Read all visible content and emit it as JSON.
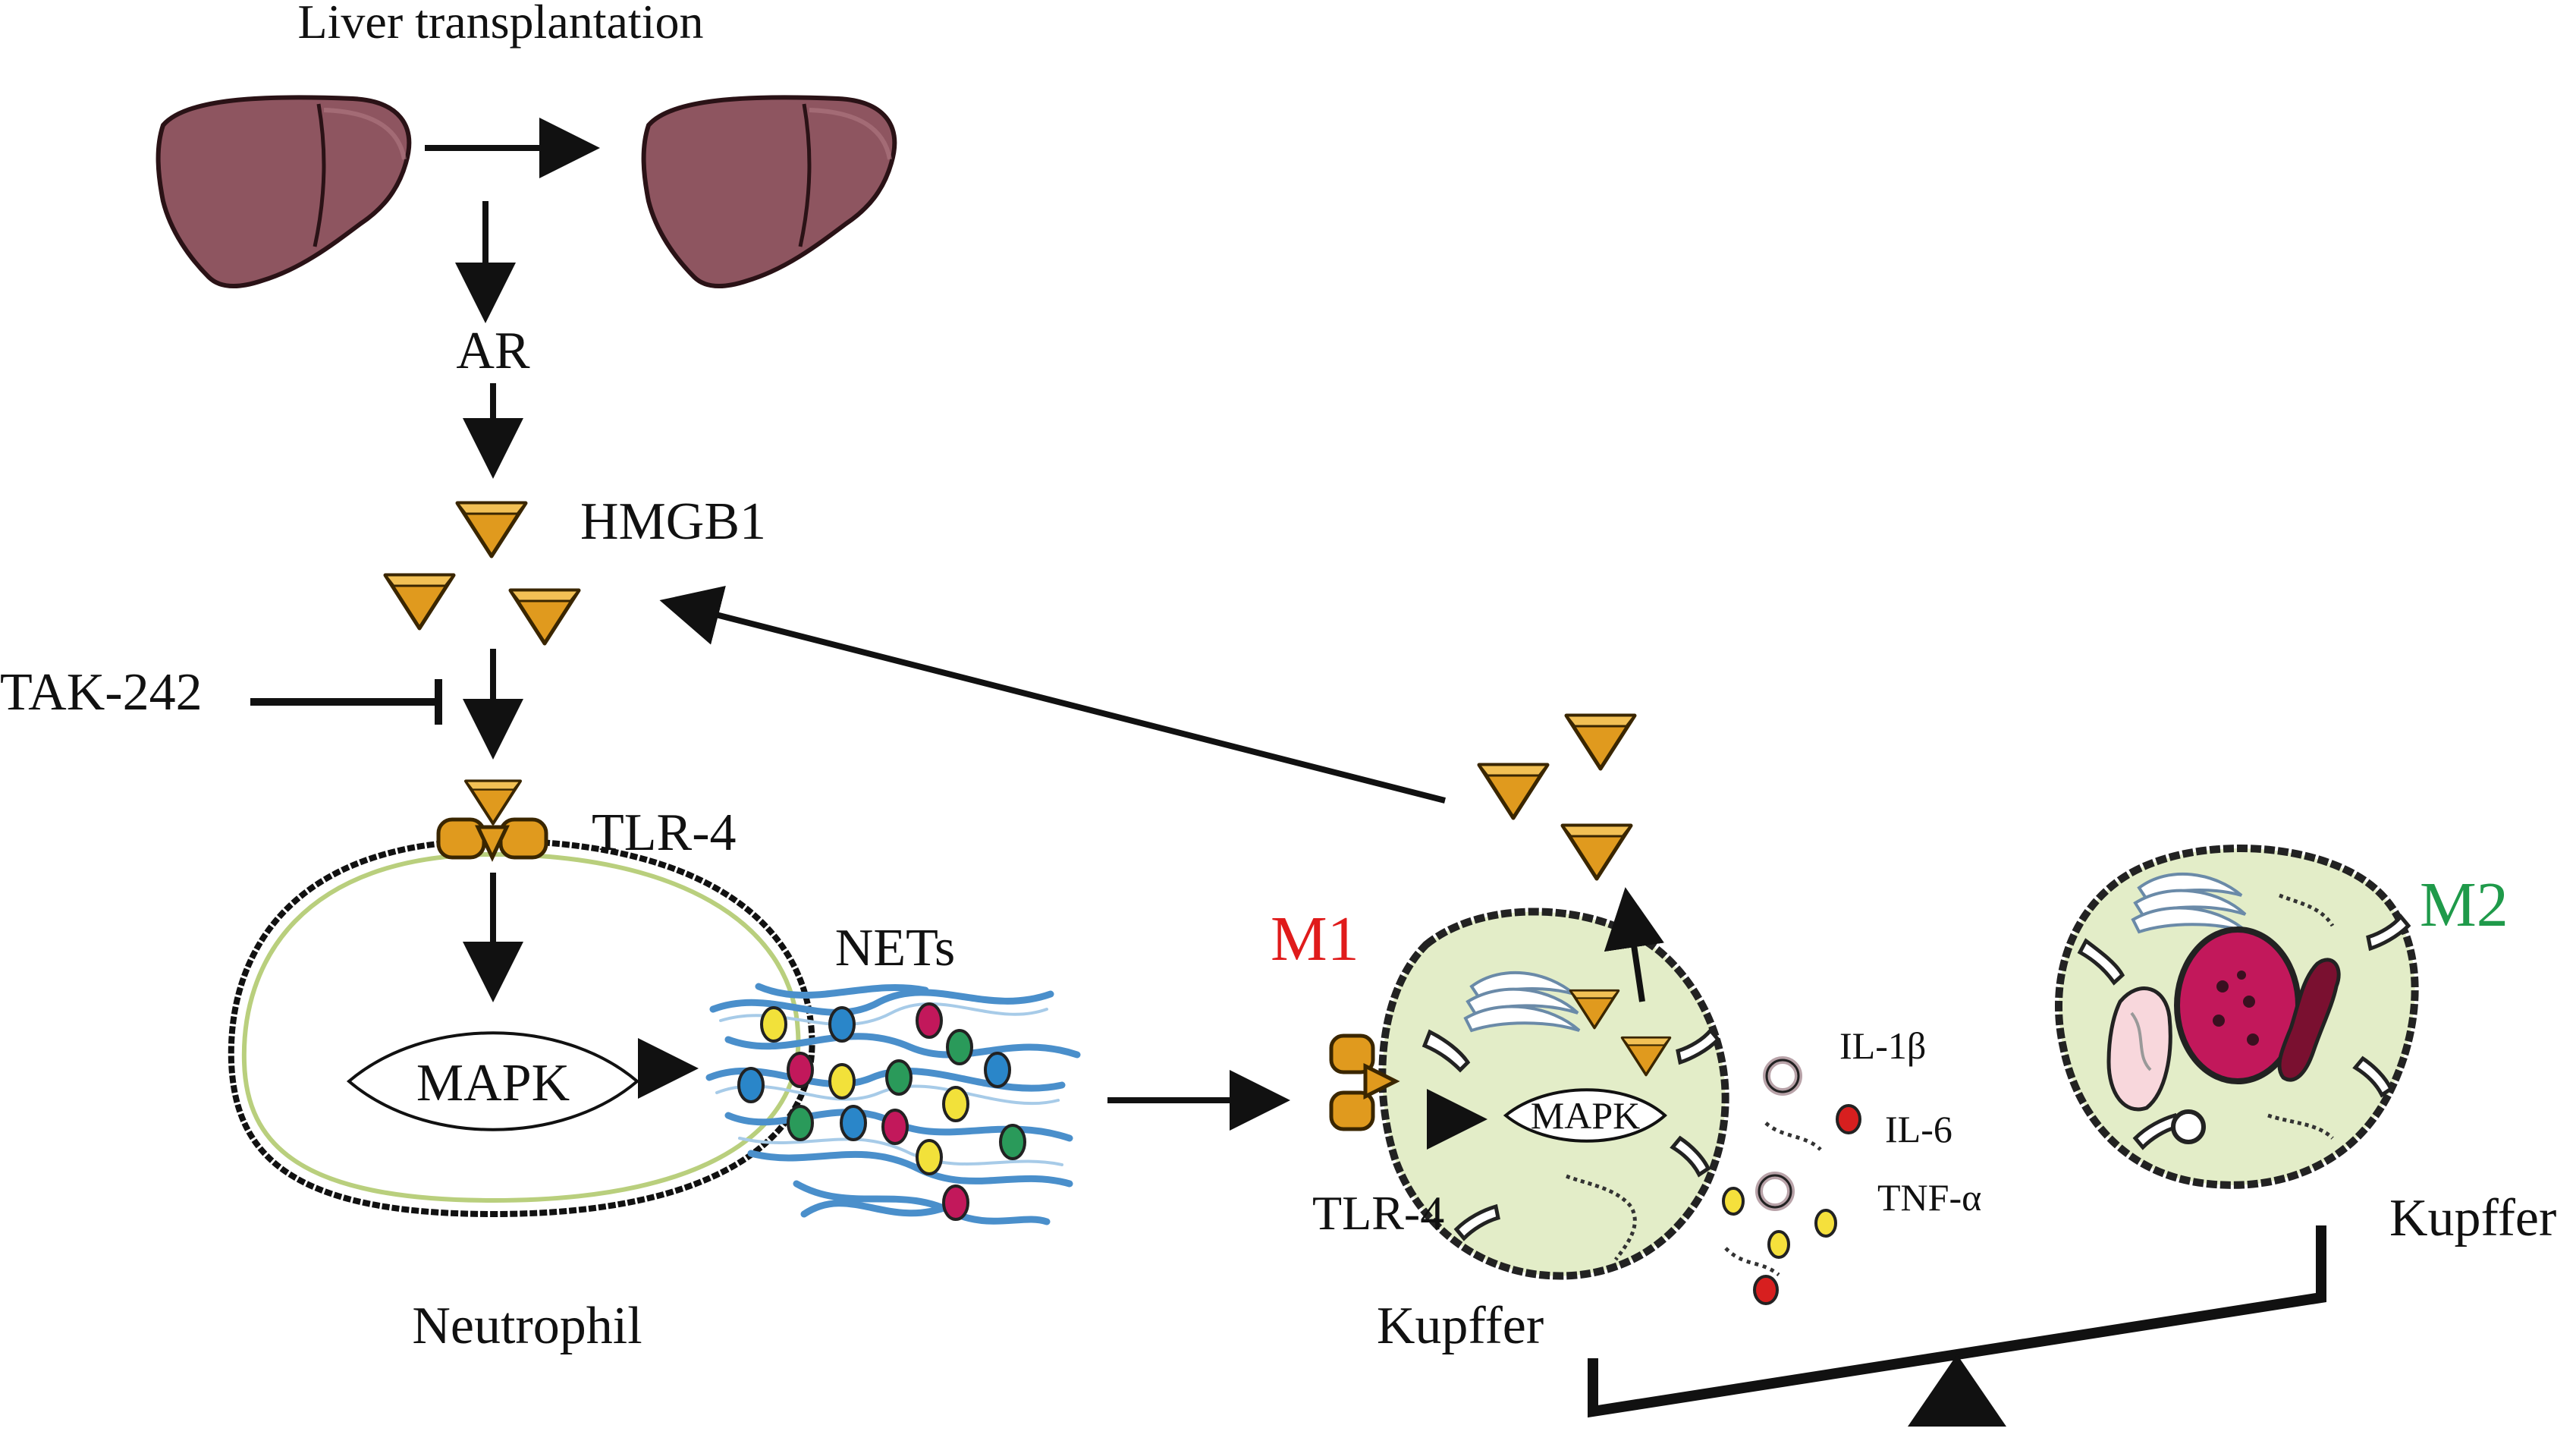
{
  "labels": {
    "liver_transplantation": "Liver transplantation",
    "ar": "AR",
    "hmgb1": "HMGB1",
    "tak242": "TAK-242",
    "tlr4_neutrophil": "TLR-4",
    "mapk_neutrophil": "MAPK",
    "nets": "NETs",
    "neutrophil": "Neutrophil",
    "m1": "M1",
    "m2": "M2",
    "tlr4_kupffer": "TLR-4",
    "mapk_kupffer": "MAPK",
    "kupffer_m1": "Kupffer",
    "kupffer_m2": "Kupffer",
    "il1b": "IL-1β",
    "il6": "IL-6",
    "tnfa": "TNF-α"
  },
  "colors": {
    "liver": "#8e5560",
    "hmgb1": "#e09a1e",
    "cell_fill": "#e3edc8",
    "m1_label": "#e01b1b",
    "m2_label": "#1f9a4a",
    "nets_fiber": "#4a8fcb",
    "nucleus": "#c2185b",
    "cytokine_red": "#d71f1f",
    "cytokine_yellow": "#f5e03c"
  }
}
